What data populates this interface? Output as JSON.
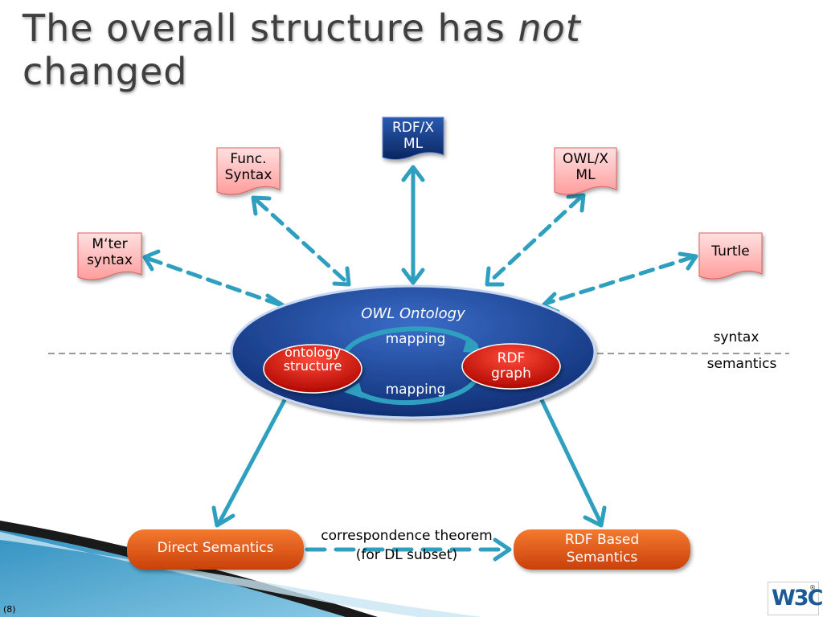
{
  "slide": {
    "title_main": "The overall structure has ",
    "title_emph": "not",
    "title_end": "changed",
    "page_number": "(8)"
  },
  "formats": {
    "rdfxml": "RDF/X ML",
    "functional": "Func. Syntax",
    "owlxml": "OWL/X ML",
    "manchester": "M‘ter syntax",
    "turtle": "Turtle"
  },
  "ontology": {
    "label": "OWL Ontology",
    "structure": "ontology structure",
    "graph": "RDF graph",
    "mapping_top": "mapping",
    "mapping_bottom": "mapping"
  },
  "levels": {
    "syntax": "syntax",
    "semantics": "semantics"
  },
  "semantics": {
    "direct": "Direct Semantics",
    "rdf_based": "RDF Based Semantics",
    "theorem_line1": "correspondence theorem",
    "theorem_line2": "(for DL subset)"
  },
  "logo": {
    "text": "W3C",
    "registered": "®"
  },
  "colors": {
    "arrow": "#2f9fc0",
    "ellipse": "#1d4b9a",
    "red_node": "#d8120e",
    "orange_box": "#e8580f",
    "pink_doc": "#ffb8b8",
    "navy_doc": "#0c2f70"
  }
}
